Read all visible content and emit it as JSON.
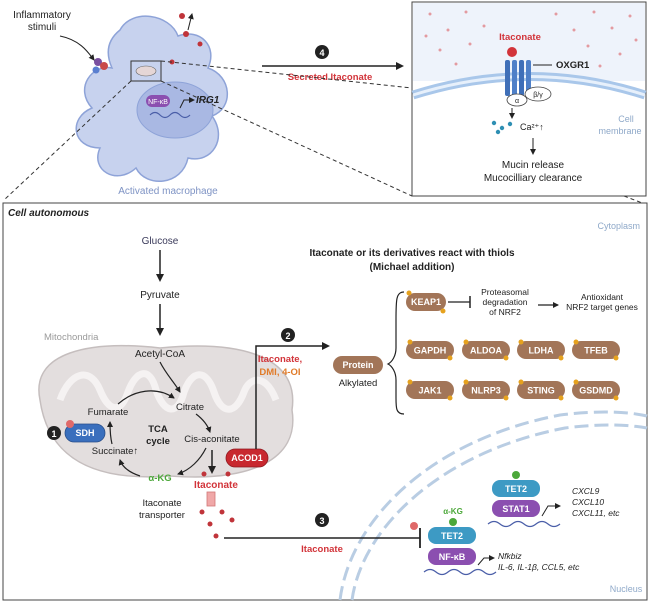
{
  "macrophage": {
    "stimuli": [
      "Inflammatory",
      "stimuli"
    ],
    "label": "Activated macrophage",
    "nfkb": "NF-κB",
    "irg1": "IRG1"
  },
  "secretion": {
    "step": "4",
    "label": "Secreted Itaconate"
  },
  "membrane_panel": {
    "itaconate": "Itaconate",
    "receptor": "OXGR1",
    "alpha": "α",
    "beta_gamma": "β/γ",
    "calcium": "Ca²⁺↑",
    "membrane": [
      "Cell",
      "membrane"
    ],
    "outcome": [
      "Mucin release",
      "Mucocilliary clearance"
    ]
  },
  "cell": {
    "title": "Cell autonomous",
    "cytoplasm": "Cytoplasm",
    "nucleus": "Nucleus",
    "mitochondria": "Mitochondria"
  },
  "metabolism": {
    "glucose": "Glucose",
    "pyruvate": "Pyruvate",
    "acetyl_coa": "Acetyl-CoA",
    "citrate": "Citrate",
    "cis_aconitate": "Cis-aconitate",
    "fumarate": "Fumarate",
    "succinate": "Succinate↑",
    "akg": "α-KG",
    "tca": [
      "TCA",
      "cycle"
    ],
    "sdh": "SDH",
    "step1": "1",
    "acod1": "ACOD1",
    "itaconate": "Itaconate",
    "transporter": [
      "Itaconate",
      "transporter"
    ]
  },
  "thiol": {
    "title": [
      "Itaconate or its derivatives react with thiols",
      "(Michael addition)"
    ],
    "step": "2",
    "itaconate_label": "Itaconate,",
    "derivatives": "DMI, 4-OI",
    "protein": "Protein",
    "alkylated": "Alkylated",
    "keap1": "KEAP1",
    "degradation": [
      "Proteasomal",
      "degradation",
      "of NRF2"
    ],
    "antioxidant": [
      "Antioxidant",
      "NRF2 target genes"
    ],
    "proteins_row2": [
      "GAPDH",
      "ALDOA",
      "LDHA",
      "TFEB"
    ],
    "proteins_row3": [
      "JAK1",
      "NLRP3",
      "STING",
      "GSDMD"
    ]
  },
  "nuclear": {
    "step": "3",
    "itaconate": "Itaconate",
    "akg": "α-KG",
    "tet2_a": "TET2",
    "nfkb": "NF-κB",
    "genes_a": [
      "Nfkbiz",
      "IL-6, IL-1β, CCL5, etc"
    ],
    "tet2_b": "TET2",
    "stat1": "STAT1",
    "genes_b": [
      "CXCL9",
      "CXCL10",
      "CXCL11, etc"
    ]
  },
  "colors": {
    "protein_brown": "#a27558",
    "itaconate_red": "#d2343a",
    "tet2_blue": "#3d9ac4",
    "purple": "#8b4fb0",
    "sdh_blue": "#3a6fbd",
    "label_blue": "#7e93c4"
  }
}
